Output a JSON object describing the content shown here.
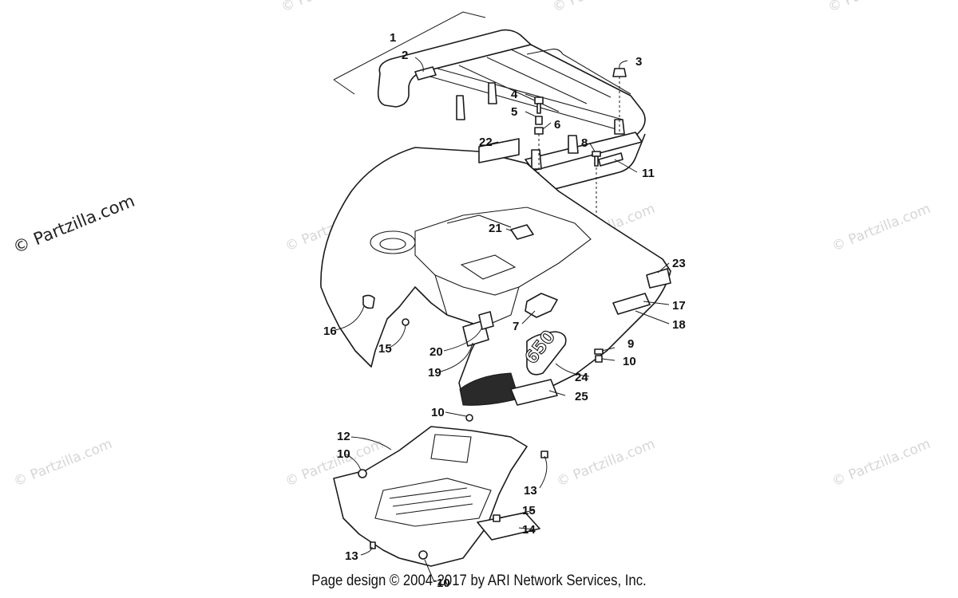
{
  "watermark": "© Partzilla.com",
  "side_watermark": "© Partzilla.com",
  "footer_text": "Page design © 2004-2017 by ARI Network Services, Inc.",
  "callouts": [
    "1",
    "2",
    "3",
    "4",
    "5",
    "6",
    "8",
    "11",
    "22",
    "21",
    "23",
    "17",
    "18",
    "7",
    "9",
    "10",
    "16",
    "15",
    "20",
    "19",
    "24",
    "25",
    "10",
    "12",
    "10",
    "13",
    "15",
    "14",
    "13",
    "10"
  ],
  "decal_text": "650"
}
